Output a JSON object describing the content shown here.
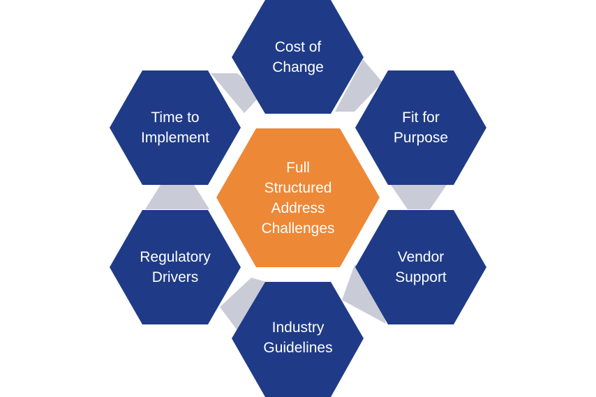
{
  "colors": {
    "outer_hex": "#1F3B87",
    "center_hex": "#ED8837",
    "connector": "#C9CCD7",
    "text": "#FFFFFF"
  },
  "center": {
    "line1": "Full",
    "line2": "Structured",
    "line3": "Address",
    "line4": "Challenges"
  },
  "hexagons": {
    "cost_of_change": {
      "line1": "Cost of",
      "line2": "Change"
    },
    "fit_for_purpose": {
      "line1": "Fit for",
      "line2": "Purpose"
    },
    "vendor_support": {
      "line1": "Vendor",
      "line2": "Support"
    },
    "industry_guidelines": {
      "line1": "Industry",
      "line2": "Guidelines"
    },
    "regulatory_drivers": {
      "line1": "Regulatory",
      "line2": "Drivers"
    },
    "time_to_implement": {
      "line1": "Time to",
      "line2": "Implement"
    }
  }
}
